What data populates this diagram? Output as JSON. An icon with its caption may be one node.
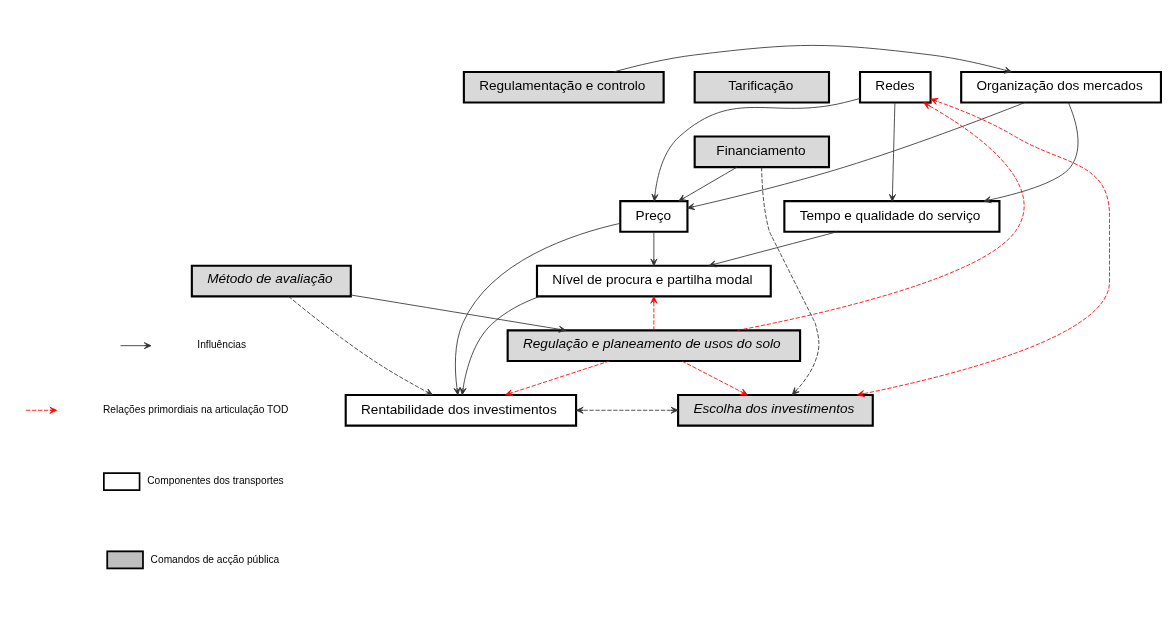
{
  "diagram": {
    "nodes": [
      {
        "text": [
          "Redes"
        ]
      },
      {
        "text": [
          "Organização dos mercados"
        ]
      },
      {
        "text": [
          "Regulamentação e controlo"
        ]
      },
      {
        "text": [
          "Tarificação"
        ]
      },
      {
        "text": [
          "Financiamento"
        ]
      },
      {
        "text": [
          "Preço"
        ]
      },
      {
        "text": [
          "Tempo e qualidade do serviço"
        ]
      },
      {
        "text": [
          "Nível de procura e partilha modal"
        ]
      },
      {
        "text": [
          "Método de avaliação"
        ]
      },
      {
        "text": [
          "Escolha dos investimentos"
        ]
      },
      {
        "text": [
          "Rentabilidade dos investimentos"
        ]
      },
      {
        "text": [
          "Regulação e planeamento de usos do solo"
        ]
      }
    ],
    "edges": [
      {
        "from": 11,
        "to": 0,
        "arrow": "to",
        "style": "dashed",
        "color": "#ff0000"
      },
      {
        "from": 9,
        "to": 0,
        "arrow": "both",
        "style": "dashed",
        "color": "#ff0000"
      },
      {
        "from": 2,
        "to": 1,
        "arrow": "to"
      },
      {
        "from": 0,
        "to": 5,
        "arrow": "to"
      },
      {
        "from": 0,
        "to": 6,
        "arrow": "to"
      },
      {
        "from": 1,
        "to": 5,
        "arrow": "to"
      },
      {
        "from": 1,
        "to": 6,
        "arrow": "to"
      },
      {
        "from": 4,
        "to": 5,
        "arrow": "to"
      },
      {
        "from": 4,
        "to": 9,
        "arrow": "to",
        "style": "dashed"
      },
      {
        "from": 5,
        "to": 7,
        "arrow": "to"
      },
      {
        "from": 6,
        "to": 7,
        "arrow": "to"
      },
      {
        "from": 5,
        "to": 10,
        "arrow": "to"
      },
      {
        "from": 7,
        "to": 10,
        "arrow": "to"
      },
      {
        "from": 10,
        "to": 9,
        "arrow": "both",
        "style": "dashed"
      },
      {
        "from": 8,
        "to": 10,
        "arrow": "to",
        "style": "dashed"
      },
      {
        "from": 8,
        "to": 11,
        "arrow": "to"
      },
      {
        "from": 11,
        "to": 9,
        "arrow": "to",
        "style": "dashed",
        "color": "#ff0000"
      },
      {
        "from": 11,
        "to": 10,
        "arrow": "to",
        "style": "dashed",
        "color": "#ff0000"
      },
      {
        "from": 11,
        "to": 7,
        "arrow": "to",
        "style": "dashed",
        "color": "#ff0000"
      }
    ],
    "legend": [
      {
        "text": "Influências"
      },
      {
        "text": "Relações primordiais na articulação TOD"
      },
      {
        "text": "Componentes dos transportes",
        "color": "#ffffff"
      },
      {
        "text": "Comandos de acção pública",
        "color": "#bfbfbf"
      }
    ]
  }
}
